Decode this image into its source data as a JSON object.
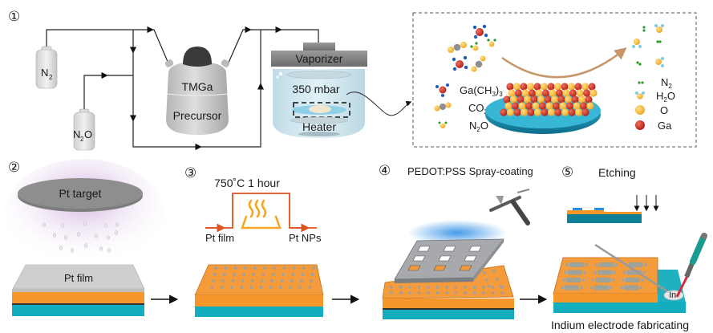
{
  "figure": {
    "panels": [
      {
        "step": "①",
        "cylinders": {
          "n2": "N",
          "n2_sub": "2",
          "n2o_pre": "N",
          "n2o_sub": "2",
          "n2o_post": "O"
        },
        "precursor": {
          "line1": "TMGa",
          "line2": "Precursor"
        },
        "chamber": {
          "vaporizer": "Vaporizer",
          "pressure": "350 mbar",
          "heater": "Heater"
        },
        "reaction_inset": {
          "reactants": [
            {
              "formula": "Ga(CH",
              "sub": "3",
              "post": ")",
              "sub2": "3"
            },
            {
              "formula": "CO",
              "sub": "2",
              "post": "",
              "sub2": ""
            },
            {
              "formula": "N",
              "sub": "2",
              "post": "O",
              "sub2": ""
            }
          ],
          "products": [
            {
              "formula": "N",
              "sub": "2",
              "post": ""
            },
            {
              "formula": "H",
              "sub": "2",
              "post": "O"
            },
            {
              "formula": "O",
              "sub": "",
              "post": ""
            },
            {
              "formula": "Ga",
              "sub": "",
              "post": ""
            }
          ]
        }
      },
      {
        "step": "②",
        "target_label": "Pt target",
        "film_label": "Pt film"
      },
      {
        "step": "③",
        "anneal_label": "750˚C 1 hour",
        "input_label": "Pt film",
        "output_label": "Pt NPs"
      },
      {
        "step": "④",
        "title": "PEDOT:PSS Spray-coating"
      },
      {
        "step": "⑤",
        "title": "Etching",
        "caption": "Indium electrode fabricating",
        "in_label": "In"
      }
    ],
    "colors": {
      "orange_layer": "#f7962a",
      "teal_substrate": "#13aebd",
      "anneal_line": "#e0531f",
      "heater_icon": "#f5a623",
      "ga_atom": "#c8281e",
      "o_atom": "#f5b731",
      "spray": "#2f8fe6",
      "arrow_brown": "#c7976a"
    }
  }
}
